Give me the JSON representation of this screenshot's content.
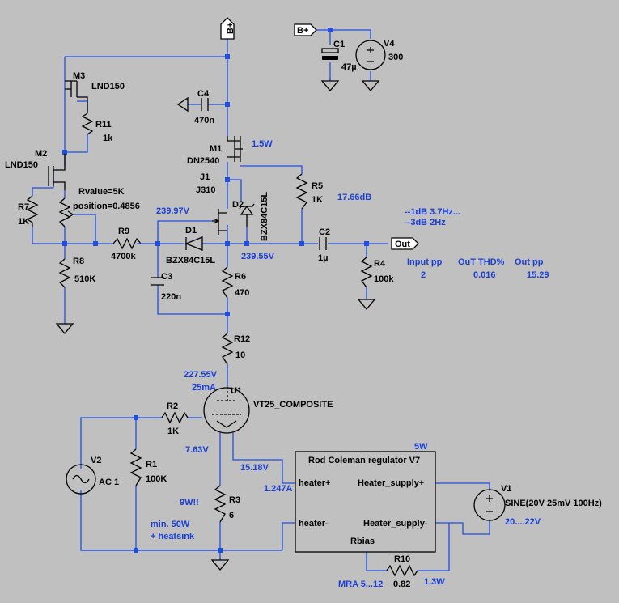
{
  "labels": {
    "bplus_top": "B+",
    "bplus_src": "B+",
    "c1": "C1",
    "c1v": "47µ",
    "v4": "V4",
    "v4v": "300",
    "m3": "M3",
    "m3v": "LND150",
    "r11": "R11",
    "r11v": "1k",
    "c4": "C4",
    "c4v": "470n",
    "m2": "M2",
    "m2v": "LND150",
    "m1": "M1",
    "m1v": "DN2540",
    "m1p": "1.5W",
    "j1": "J1",
    "j1v": "J310",
    "rvalue": "Rvalue=5K",
    "position": "position=0.4856",
    "r7": "R7",
    "r7v": "1K",
    "r5": "R5",
    "r5v": "1K",
    "d2": "D2",
    "d2v": "BZX84C15L",
    "gain": "17.66dB",
    "n1db": "--1dB  3.7Hz...",
    "n3db": "--3dB  2Hz",
    "v23997": "239.97V",
    "r9": "R9",
    "r9v": "4700k",
    "d1": "D1",
    "d1v": "BZX84C15L",
    "c2": "C2",
    "c2v": "1µ",
    "out": "Out",
    "v23955": "239.55V",
    "r8": "R8",
    "r8v": "510K",
    "c3": "C3",
    "c3v": "220n",
    "r6": "R6",
    "r6v": "470",
    "r4": "R4",
    "r4v": "100k",
    "input_pp_h": "Input pp",
    "input_pp": "2",
    "thd_h": "OuT THD%",
    "thd": "0.016",
    "out_pp_h": "Out pp",
    "out_pp": "15.29",
    "r12": "R12",
    "r12v": "10",
    "v22755": "227.55V",
    "i25": "25mA",
    "u1": "U1",
    "u1v": "VT25_COMPOSITE",
    "r2": "R2",
    "r2v": "1K",
    "v763": "7.63V",
    "p5w": "5W",
    "v2": "V2",
    "v2v": "AC 1",
    "r1": "R1",
    "r1v": "100K",
    "reg_title": "Rod Coleman regulator V7",
    "v1518": "15.18V",
    "heater_p": "heater+",
    "heater_m": "heater-",
    "hs_p": "Heater_supply+",
    "hs_m": "Heater_supply-",
    "rbias": "Rbias",
    "a1247": "1.247A",
    "v1": "V1",
    "v1v": "SINE(20V 25mV 100Hz)",
    "v1r": "20....22V",
    "r3": "R3",
    "r3v": "6",
    "p9w": "9W!!",
    "min50": "min. 50W",
    "heatsink": "+ heatsink",
    "r10": "R10",
    "r10v": "0.82",
    "mra": "MRA 5...12",
    "p13w": "1.3W"
  }
}
